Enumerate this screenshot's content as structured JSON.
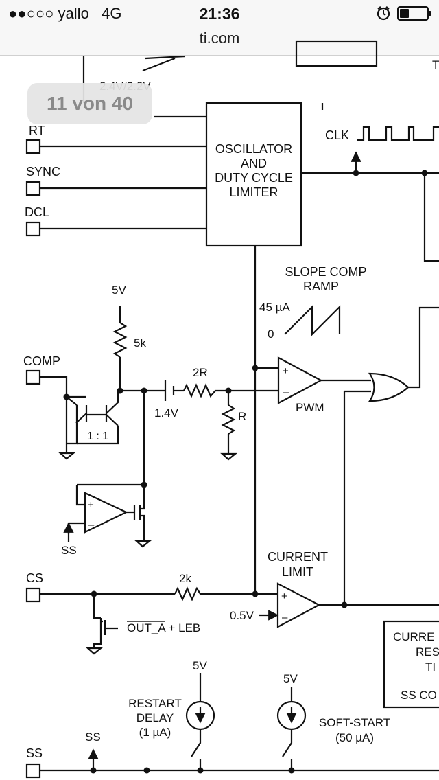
{
  "status_bar": {
    "carrier": "●●○○○ yallo",
    "network": "4G",
    "time": "21:36",
    "url": "ti.com",
    "icons": [
      "alarm-icon",
      "battery-icon"
    ]
  },
  "page_indicator": "11 von 40",
  "diagram": {
    "pins": {
      "rt": "RT",
      "sync": "SYNC",
      "dcl": "DCL",
      "comp": "COMP",
      "cs": "CS",
      "ss": "SS"
    },
    "oscillator": [
      "OSCILLATOR",
      "AND",
      "DUTY CYCLE",
      "LIMITER"
    ],
    "clk": "CLK",
    "slope_comp": [
      "SLOPE COMP",
      "RAMP"
    ],
    "ramp_max": "45 µA",
    "ramp_min": "0",
    "supply_comp": "5V",
    "resistor_5k": "5k",
    "mirror_ratio": "1 : 1",
    "resistor_2r": "2R",
    "resistor_r": "R",
    "battery_voltage": "1.4V",
    "pwm": "PWM",
    "ss_opamp": "SS",
    "current_limit": [
      "CURRENT",
      "LIMIT"
    ],
    "resistor_2k": "2k",
    "ref_voltage": "0.5V",
    "leb_label_over": "OUT_A",
    "leb_label_rest": " + LEB",
    "current_block_partial": [
      "CURRE",
      "RES",
      "TI",
      "SS CO"
    ],
    "supply_restart": "5V",
    "supply_softstart": "5V",
    "restart_delay": [
      "RESTART",
      "DELAY",
      "(1 µA)"
    ],
    "soft_start": [
      "SOFT-START",
      "(50 µA)"
    ],
    "ss_arrow": "SS",
    "top_clipped": "2.4V/2.2V",
    "right_clipped": "T"
  }
}
